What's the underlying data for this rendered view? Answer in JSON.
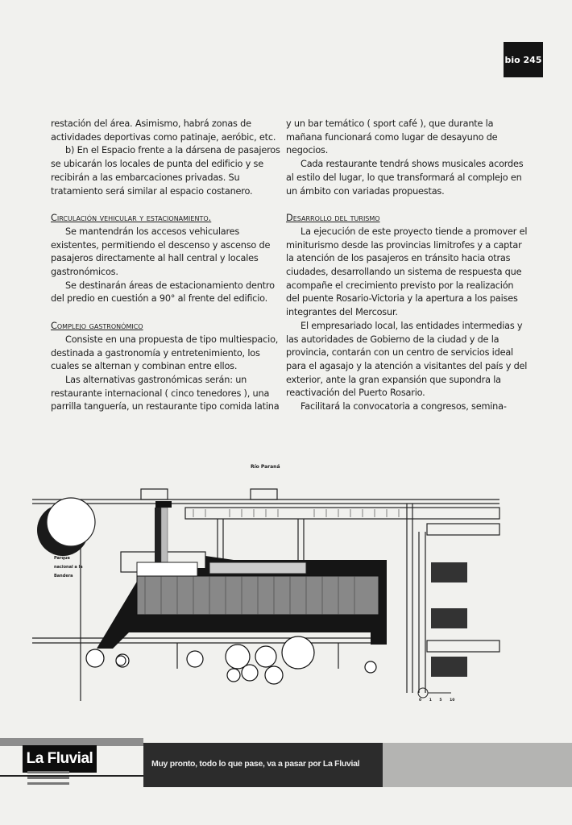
{
  "page_tab": {
    "label": "bio 245"
  },
  "left_column": {
    "p1": "restación del área. Asimismo, habrá zonas de actividades deportivas como patinaje, aeróbic, etc.",
    "p2": "b) En el Espacio frente a la dársena de pasajeros se ubicarán los locales de punta del edificio y se recibirán a las embarcaciones privadas. Su tratamiento será similar al espacio costanero.",
    "h1": "Circulación vehicular y estacionamiento.",
    "p3": "Se mantendrán los accesos vehiculares existentes, permitiendo el descenso y ascenso de pasajeros directamente al hall central y locales gastronómicos.",
    "p4": "Se destinarán áreas de estacionamiento dentro del predio en cuestión a 90° al frente del edificio.",
    "h2": "Complejo gastronómico",
    "p5": "Consiste en una propuesta de tipo multiespacio, destinada a gastronomía y entretenimiento, los cuales se alternan y combinan entre ellos.",
    "p6": "Las alternativas gastronómicas serán: un restaurante internacional ( cinco tenedores ), una parrilla tanguería, un restaurante tipo comida latina"
  },
  "right_column": {
    "p1": "y un bar temático ( sport café ), que durante la mañana funcionará como lugar de desayuno de negocios.",
    "p2": "Cada restaurante tendrá shows musicales acordes al estilo del lugar, lo que transformará al complejo en un ámbito con variadas propuestas.",
    "h1": "Desarrollo del turismo",
    "p3": "La ejecución de este proyecto tiende a promover el miniturismo desde las provincias limitrofes y a captar la atención de los pasajeros en tránsito hacia otras ciudades, desarrollando un sistema de respuesta que acompañe el crecimiento previsto por la realización del puente Rosario-Victoria y la apertura a los paises integrantes del Mercosur.",
    "p4": "El empresariado local, las entidades intermedias y las autoridades de Gobierno de la ciudad y de la provincia, contarán con un centro de servicios ideal para el agasajo y la atención a visitantes del país y del exterior, ante la gran expansión que supondra la reactivación del Puerto Rosario.",
    "p5": "Facilitará la convocatoria a congresos, semina-"
  },
  "plan": {
    "river_label": "Río Paraná",
    "park_label": "Parque nacional a la Bandera",
    "scale_label": "0 1 5 10"
  },
  "footer": {
    "logo": "La Fluvial",
    "slogan": "Muy pronto, todo lo que pase, va a pasar por La Fluvial"
  }
}
